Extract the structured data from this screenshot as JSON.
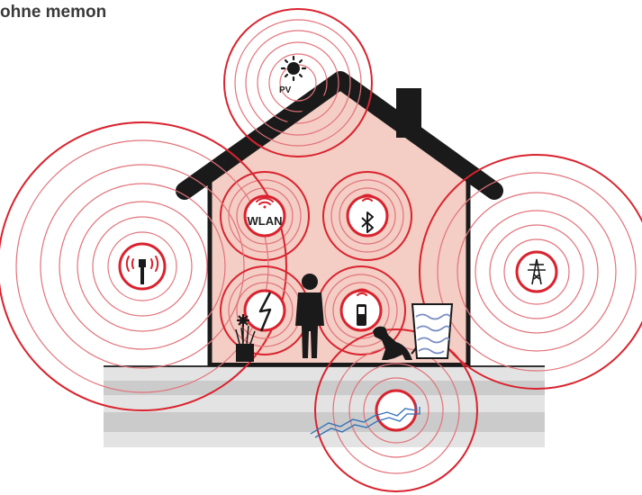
{
  "title": "ohne memon",
  "labels": {
    "pv": "PV",
    "wlan": "WLAN"
  },
  "colors": {
    "ring": "#d9232e",
    "wave": "#e2737a",
    "house_fill": "#f4cdc4",
    "roof": "#1a1a1a",
    "ground_light": "#e2e2e2",
    "ground_dark": "#c8c8c8",
    "water_vein": "#2d6fb8"
  },
  "sources": [
    {
      "name": "pv-solar",
      "icon": "sun-icon",
      "label_key": "pv"
    },
    {
      "name": "wlan",
      "icon": "wifi-icon",
      "label_key": "wlan"
    },
    {
      "name": "bluetooth",
      "icon": "bluetooth-icon"
    },
    {
      "name": "mobile-tower",
      "icon": "cell-tower-icon"
    },
    {
      "name": "power-line",
      "icon": "power-pylon-icon"
    },
    {
      "name": "electricity",
      "icon": "lightning-icon"
    },
    {
      "name": "mobile-phone",
      "icon": "mobile-phone-icon"
    },
    {
      "name": "water-vein",
      "icon": "water-vein-icon"
    }
  ]
}
